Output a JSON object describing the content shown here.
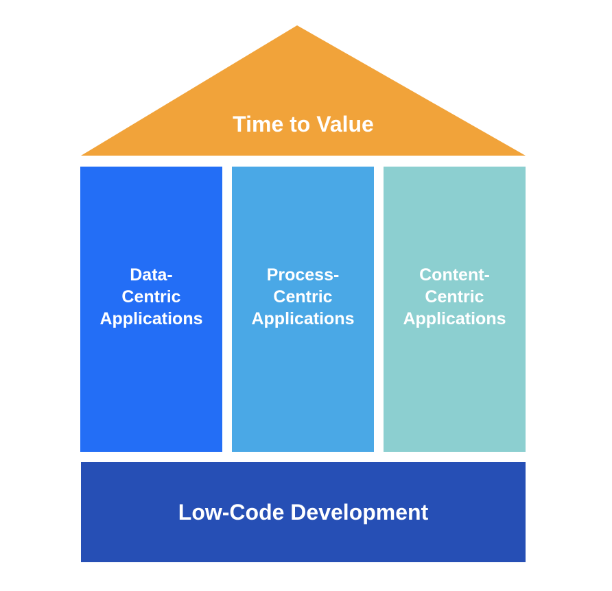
{
  "roof": {
    "label": "Time to Value",
    "color": "#F1A33A"
  },
  "pillars": [
    {
      "label": "Data-\nCentric\nApplications",
      "color": "#236EF6"
    },
    {
      "label": "Process-\nCentric\nApplications",
      "color": "#4AA8E6"
    },
    {
      "label": "Content-\nCentric\nApplications",
      "color": "#8CCFD0"
    }
  ],
  "foundation": {
    "label": "Low-Code Development",
    "color": "#264FB5"
  }
}
